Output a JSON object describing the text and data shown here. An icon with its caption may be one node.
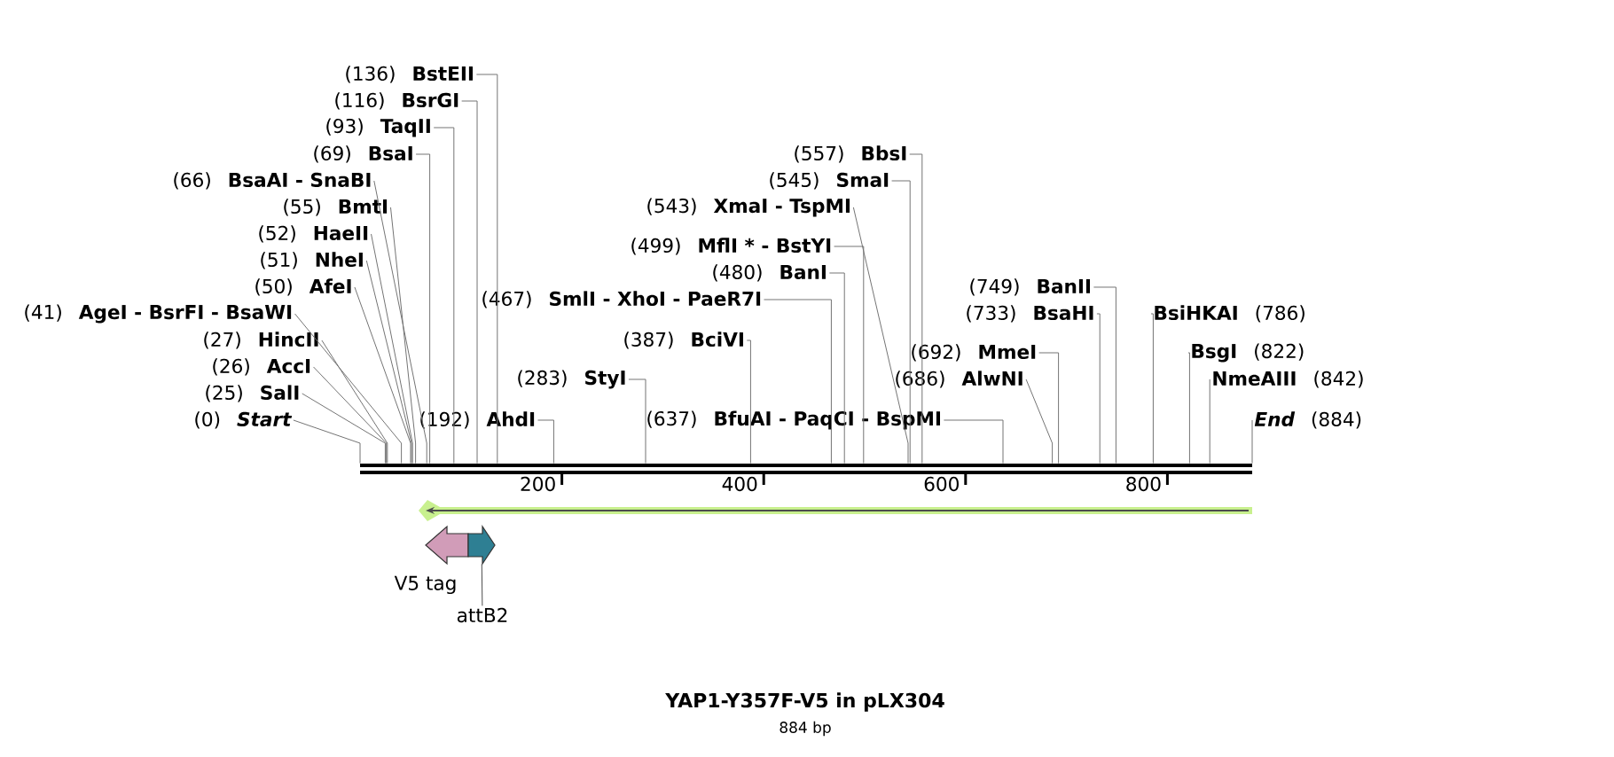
{
  "diagram": {
    "title": "YAP1-Y357F-V5 in pLX304",
    "caption": "884 bp",
    "nodes": [
      {
        "text": [],
        "shape": "bar"
      },
      {
        "text": [
          "(136)",
          "BstEII"
        ]
      },
      {
        "text": [
          "(116)",
          "BsrGI"
        ]
      },
      {
        "text": [
          "(93)",
          "TaqII"
        ]
      },
      {
        "text": [
          "(69)",
          "BsaI"
        ]
      },
      {
        "text": [
          "(66)",
          "BsaAI - SnaBI"
        ]
      },
      {
        "text": [
          "(55)",
          "BmtI"
        ]
      },
      {
        "text": [
          "(52)",
          "HaeII"
        ]
      },
      {
        "text": [
          "(51)",
          "NheI"
        ]
      },
      {
        "text": [
          "(50)",
          "AfeI"
        ]
      },
      {
        "text": [
          "(41)",
          "AgeI - BsrFI - BsaWI"
        ]
      },
      {
        "text": [
          "(27)",
          "HincII"
        ]
      },
      {
        "text": [
          "(26)",
          "AccI"
        ]
      },
      {
        "text": [
          "(25)",
          "SalI"
        ]
      },
      {
        "text": [
          "(0)",
          "Start"
        ]
      },
      {
        "text": [
          "(192)",
          "AhdI"
        ]
      },
      {
        "text": [
          "(283)",
          "StyI"
        ]
      },
      {
        "text": [
          "(387)",
          "BciVI"
        ]
      },
      {
        "text": [
          "(467)",
          "SmlI - XhoI - PaeR7I"
        ]
      },
      {
        "text": [
          "(480)",
          "BanI"
        ]
      },
      {
        "text": [
          "(499)",
          "MflI * - BstYI"
        ]
      },
      {
        "text": [
          "(543)",
          "XmaI - TspMI"
        ]
      },
      {
        "text": [
          "(545)",
          "SmaI"
        ]
      },
      {
        "text": [
          "(557)",
          "BbsI"
        ]
      },
      {
        "text": [
          "(637)",
          "BfuAI - PaqCI - BspMI"
        ]
      },
      {
        "text": [
          "(686)",
          "AlwNI"
        ]
      },
      {
        "text": [
          "(692)",
          "MmeI"
        ]
      },
      {
        "text": [
          "(733)",
          "BsaHI"
        ]
      },
      {
        "text": [
          "(749)",
          "BanII"
        ]
      },
      {
        "text": [
          "BsiHKAI",
          "(786)"
        ]
      },
      {
        "text": [
          "BsgI",
          "(822)"
        ]
      },
      {
        "text": [
          "NmeAIII",
          "(842)"
        ]
      },
      {
        "text": [
          "End",
          "(884)"
        ]
      },
      {
        "text": [
          "V5 tag"
        ]
      },
      {
        "text": [],
        "shape": "arrow"
      },
      {
        "text": [
          "attB2"
        ]
      }
    ],
    "edges": [
      {
        "from": 1,
        "to": 0,
        "arrow": "none"
      },
      {
        "from": 2,
        "to": 0,
        "arrow": "none"
      },
      {
        "from": 3,
        "to": 0,
        "arrow": "none"
      },
      {
        "from": 4,
        "to": 0,
        "arrow": "none"
      },
      {
        "from": 5,
        "to": 0,
        "arrow": "none"
      },
      {
        "from": 6,
        "to": 0,
        "arrow": "none"
      },
      {
        "from": 7,
        "to": 0,
        "arrow": "none"
      },
      {
        "from": 8,
        "to": 0,
        "arrow": "none"
      },
      {
        "from": 9,
        "to": 0,
        "arrow": "none"
      },
      {
        "from": 10,
        "to": 0,
        "arrow": "none"
      },
      {
        "from": 11,
        "to": 0,
        "arrow": "none"
      },
      {
        "from": 12,
        "to": 0,
        "arrow": "none"
      },
      {
        "from": 13,
        "to": 0,
        "arrow": "none"
      },
      {
        "from": 14,
        "to": 0,
        "arrow": "none"
      },
      {
        "from": 15,
        "to": 0,
        "arrow": "none"
      },
      {
        "from": 16,
        "to": 0,
        "arrow": "none"
      },
      {
        "from": 17,
        "to": 0,
        "arrow": "none"
      },
      {
        "from": 18,
        "to": 0,
        "arrow": "none"
      },
      {
        "from": 19,
        "to": 0,
        "arrow": "none"
      },
      {
        "from": 20,
        "to": 0,
        "arrow": "none"
      },
      {
        "from": 21,
        "to": 0,
        "arrow": "none"
      },
      {
        "from": 22,
        "to": 0,
        "arrow": "none"
      },
      {
        "from": 23,
        "to": 0,
        "arrow": "none"
      },
      {
        "from": 24,
        "to": 0,
        "arrow": "none"
      },
      {
        "from": 25,
        "to": 0,
        "arrow": "none"
      },
      {
        "from": 26,
        "to": 0,
        "arrow": "none"
      },
      {
        "from": 27,
        "to": 0,
        "arrow": "none"
      },
      {
        "from": 28,
        "to": 0,
        "arrow": "none"
      },
      {
        "from": 29,
        "to": 0,
        "arrow": "none"
      },
      {
        "from": 30,
        "to": 0,
        "arrow": "none"
      },
      {
        "from": 31,
        "to": 0,
        "arrow": "none"
      },
      {
        "from": 32,
        "to": 0,
        "arrow": "none"
      },
      {
        "from": 35,
        "to": 34,
        "arrow": "none"
      }
    ],
    "labels": [
      "200",
      "400",
      "600",
      "800"
    ]
  }
}
